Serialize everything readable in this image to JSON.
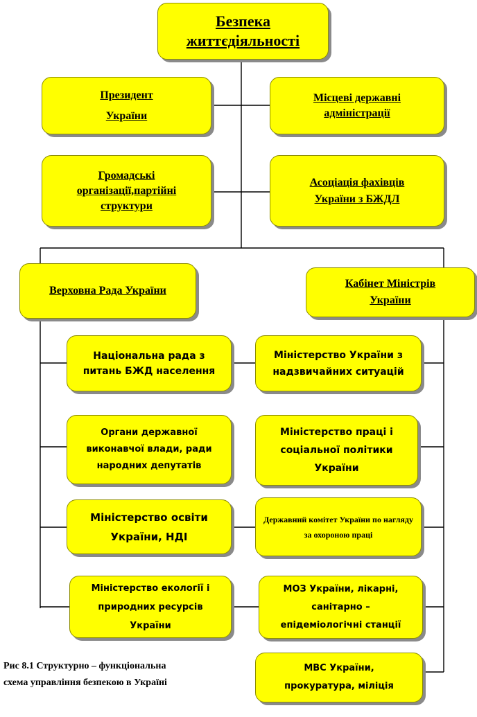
{
  "diagram": {
    "root": "Безпека життєдіяльності",
    "upper_left": [
      "Президент України",
      "Громадські організації,партійні структури"
    ],
    "upper_right": [
      "Місцеві державні адміністрації",
      "Асоціація фахівців України з БЖДЛ"
    ],
    "branch_left": {
      "title": "Верховна Рада України",
      "children": [
        "Національна рада з питань БЖД населення",
        "Органи державної виконавчої влади, ради народних депутатів",
        "Міністерство освіти України, НДІ",
        "Міністерство екології і природних ресурсів України"
      ]
    },
    "branch_right": {
      "title": "Кабінет Міністрів України",
      "children": [
        "Міністерство України з надзвичайних ситуацій",
        "Міністерство праці і соціальної політики України",
        "Державний комітет України по нагляду за охороною праці",
        "МОЗ України, лікарні, санітарно – епідеміологічні станції",
        "МВС України, прокуратура, міліція"
      ]
    },
    "caption_lines": [
      "Рис 8.1 Структурно – функціональна",
      "схема управління безпекою в Україні"
    ]
  }
}
